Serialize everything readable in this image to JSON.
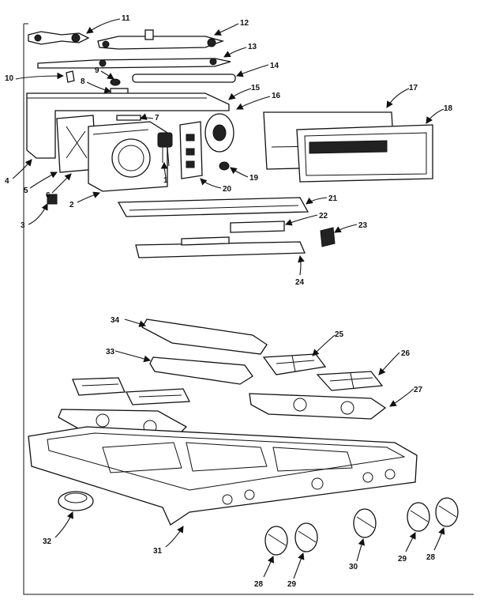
{
  "diagram": {
    "callouts": [
      "1",
      "2",
      "3",
      "4",
      "5",
      "6",
      "7",
      "8",
      "9",
      "10",
      "11",
      "12",
      "13",
      "14",
      "15",
      "16",
      "17",
      "18",
      "19",
      "20",
      "21",
      "22",
      "23",
      "24",
      "25",
      "26",
      "27",
      "28",
      "29",
      "30",
      "31",
      "32",
      "33",
      "34"
    ],
    "knob_callouts": [
      "28",
      "29",
      "30",
      "29",
      "28"
    ]
  }
}
